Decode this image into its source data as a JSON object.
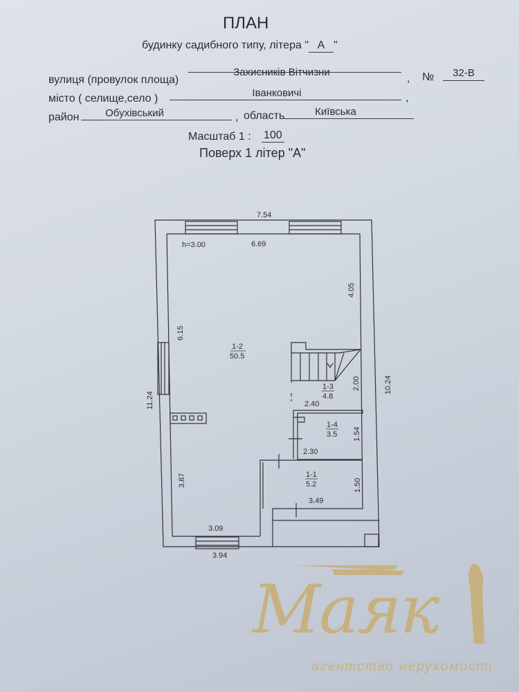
{
  "header": {
    "title": "ПЛАН",
    "subtitle": "будинку садибного типу,  літера \"",
    "litera": "А",
    "subtitle_end": "\"",
    "street_label": "вулиця (провулок площа)",
    "street_value": "Захисників Вітчизни",
    "number_label": "№",
    "number_value": "32-В",
    "city_label": "місто ( селище,село )",
    "city_value": "Іванковичі",
    "district_label": "район",
    "district_value": "Обухівський",
    "region_label": "область",
    "region_value": "Київська",
    "scale_label": "Масштаб  1 :",
    "scale_value": "100",
    "floor_title": "Поверх 1 літер \"А\""
  },
  "plan": {
    "dimensions": {
      "outer_top": "7.54",
      "inner_top": "6.69",
      "height": "h=3.00",
      "outer_left": "11.24",
      "outer_right": "10.24",
      "outer_bottom": "3.94",
      "inner_bottom": "3.09",
      "left_upper": "6.15",
      "left_lower": "3.87",
      "right_upper": "4.05",
      "stair_h": "2.00",
      "stair_w": "2.40",
      "r14_h": "1.54",
      "r14_w": "2.30",
      "r11_h": "1.50",
      "r11_w": "3.49"
    },
    "rooms": [
      {
        "id": "1-2",
        "area": "50.5"
      },
      {
        "id": "1-3",
        "area": "4.8"
      },
      {
        "id": "1-4",
        "area": "3.5"
      },
      {
        "id": "1-1",
        "area": "5.2"
      }
    ]
  },
  "watermark": {
    "brand": "Маяк",
    "tagline": "агентство нерухомості",
    "color": "#c8ad72"
  }
}
